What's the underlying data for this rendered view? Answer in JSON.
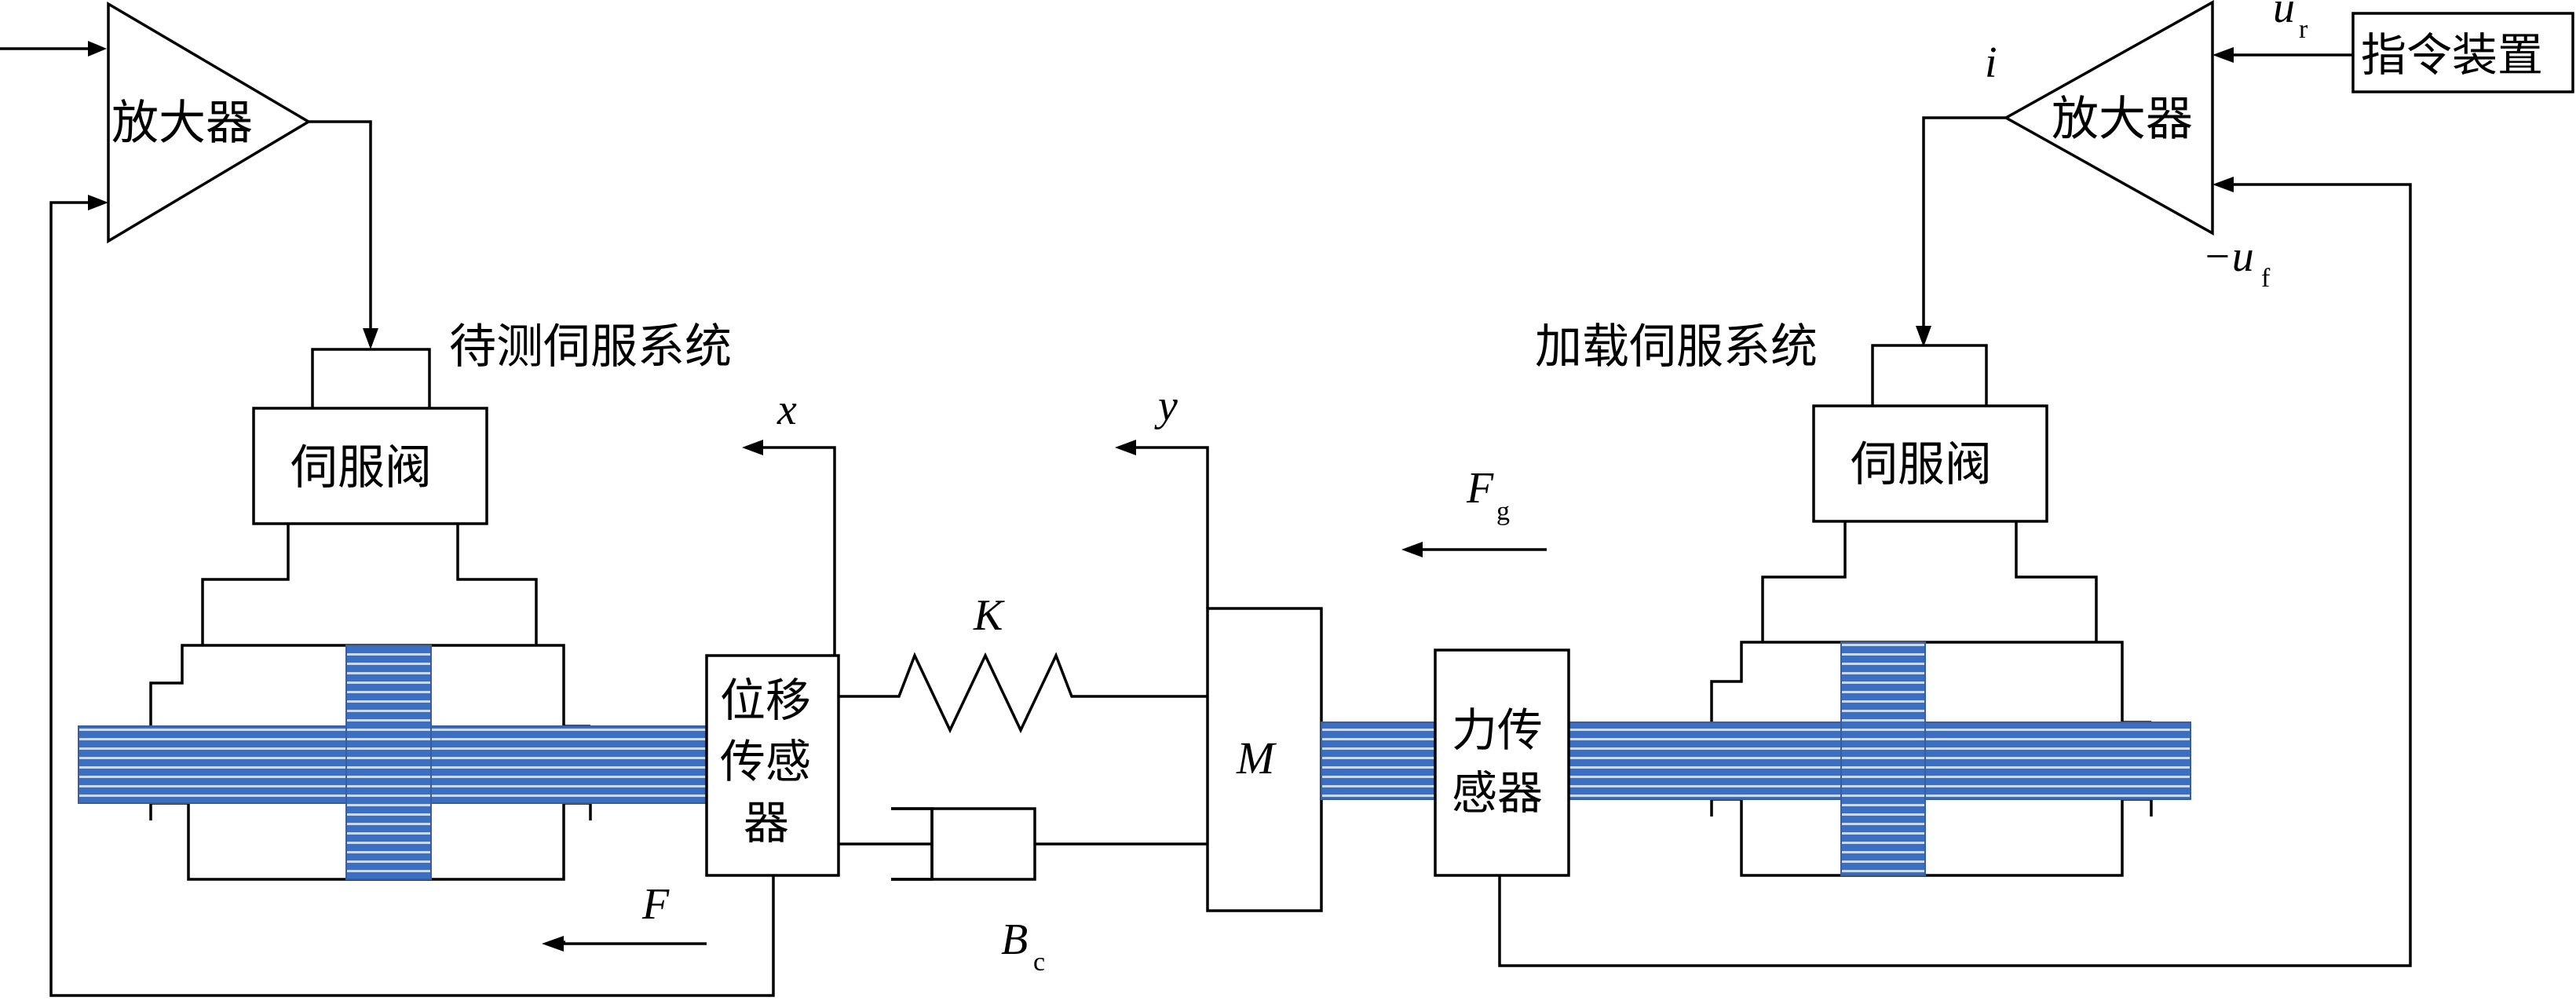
{
  "left_system": {
    "amplifier_label": "放大器",
    "title": "待测伺服系统",
    "valve_label": "伺服阀",
    "sensor_label": [
      "位移",
      "传感",
      "器"
    ],
    "x_label": "x",
    "force_label": "F"
  },
  "coupling": {
    "spring_label": "K",
    "mass_label": "M",
    "damper_label": "B",
    "damper_sub": "c",
    "y_label": "y"
  },
  "right_system": {
    "amplifier_label": "放大器",
    "title": "加载伺服系统",
    "valve_label": "伺服阀",
    "sensor_label": [
      "力传",
      "感器"
    ],
    "command_device_label": "指令装置",
    "i_label": "i",
    "ur_main": "u",
    "ur_sub": "r",
    "uf_prefix": "−u",
    "uf_sub": "f",
    "fg_main": "F",
    "fg_sub": "g"
  },
  "colors": {
    "shaft_blue": "#3b6fc4",
    "shaft_stripe": "#c9d9f2",
    "line": "#000000"
  }
}
